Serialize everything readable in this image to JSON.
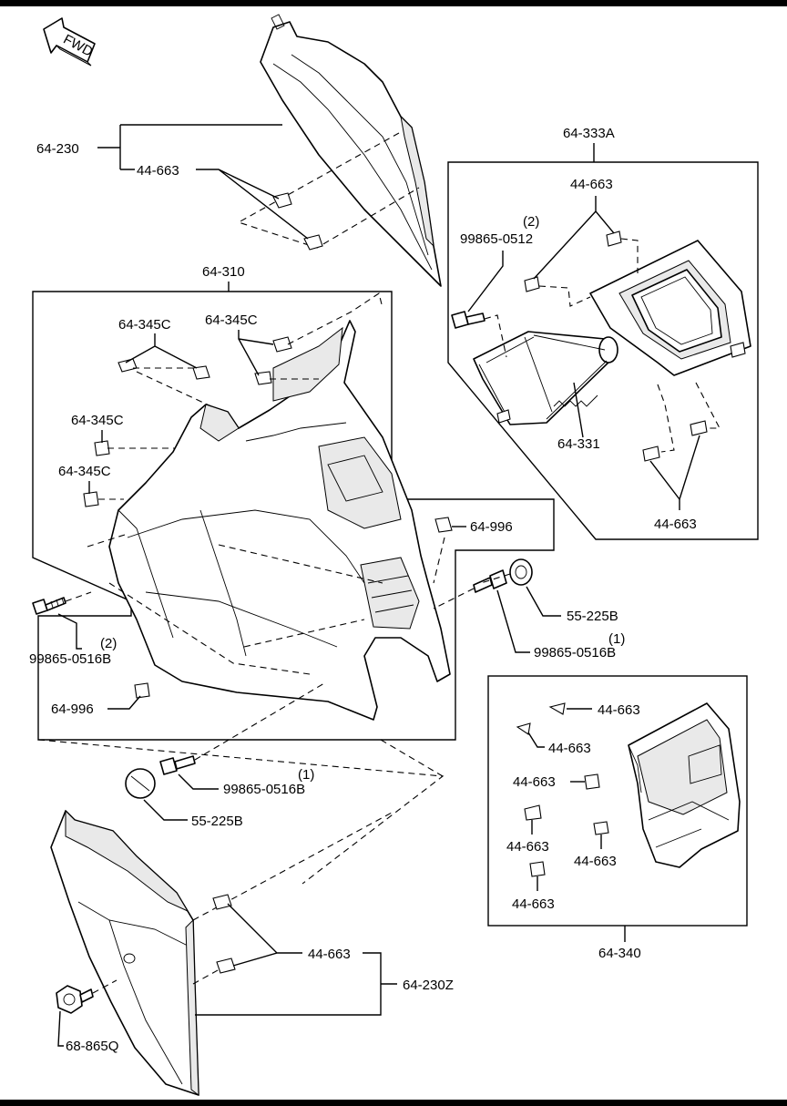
{
  "orientation": {
    "label": "FWD",
    "icon": "fwd-arrow-icon"
  },
  "groups": {
    "upper_trim": {
      "code": "64-230",
      "clip": "44-663"
    },
    "main_panel": {
      "code": "64-310",
      "clips": [
        "64-345C",
        "64-345C",
        "64-345C",
        "64-345C"
      ],
      "retainer_right": "64-996",
      "retainer_left": "64-996",
      "screw_left": {
        "code": "99865-0516B",
        "qty": "(2)"
      },
      "screw_right": {
        "code": "99865-0516B",
        "qty": "(1)"
      },
      "cap_right": "55-225B"
    },
    "net_assembly": {
      "code": "64-333A",
      "screw": {
        "code": "99865-0512",
        "qty": "(2)"
      },
      "clip_top": "44-663",
      "net": "64-331",
      "clip_bottom": "44-663"
    },
    "lower_center": {
      "screw": {
        "code": "99865-0516B",
        "qty": "(1)"
      },
      "cap": "55-225B"
    },
    "lower_trim": {
      "code": "64-230Z",
      "clip": "44-663",
      "fastener": "68-865Q"
    },
    "side_panel": {
      "code": "64-340",
      "clips": [
        "44-663",
        "44-663",
        "44-663",
        "44-663",
        "44-663",
        "44-663"
      ]
    }
  }
}
